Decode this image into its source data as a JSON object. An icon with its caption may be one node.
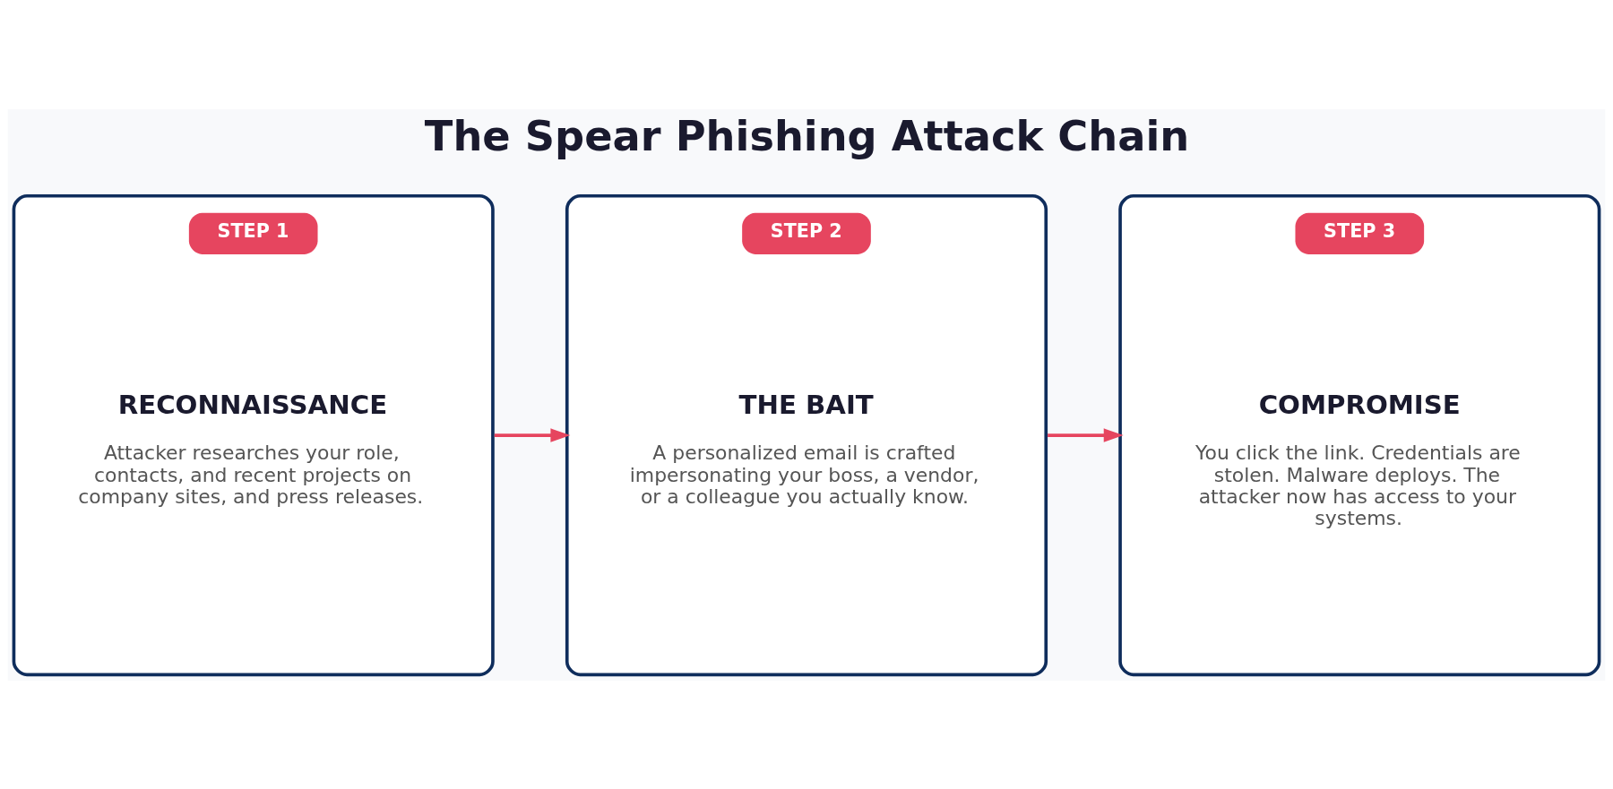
{
  "diagram": {
    "title": "The Spear Phishing Attack Chain",
    "nodes": [
      {
        "text": [
          "STEP 1",
          "RECONNAISSANCE",
          "Attacker researches your role, contacts, and recent projects on company sites, and press releases."
        ]
      },
      {
        "text": [
          "STEP 2",
          "THE BAIT",
          "A personalized email is crafted impersonating your boss, a vendor, or a colleague you actually know."
        ]
      },
      {
        "text": [
          "STEP 3",
          "COMPROMISE",
          "You click the link. Credentials are stolen. Malware deploys. The attacker now has access to your systems."
        ]
      }
    ],
    "edges": [
      {
        "from": 0,
        "to": 1,
        "arrow": "to",
        "color": "#e6455f"
      },
      {
        "from": 1,
        "to": 2,
        "arrow": "to",
        "color": "#e6455f"
      }
    ]
  }
}
